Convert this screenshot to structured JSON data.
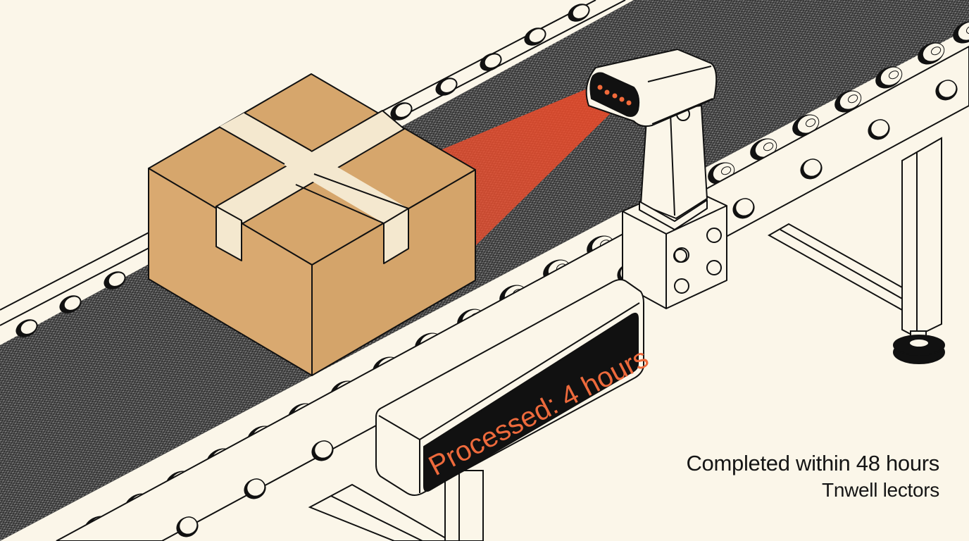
{
  "scene": {
    "description": "Isometric illustration of a cardboard box on a conveyor belt being scanned by a red-beam barcode scanner",
    "colors": {
      "background": "#fbf6e9",
      "frame": "#fbf6e9",
      "outline": "#111111",
      "belt": "#3f3f3f",
      "box_top": "#d8a86e",
      "box_side": "#d9a970",
      "tape": "#f4e8cf",
      "scan_beam": "#ef4a2a",
      "display_bg": "#111111",
      "display_text": "#ee6a3c"
    }
  },
  "scanner": {
    "icon": "barcode-scanner-icon",
    "led_count": 5
  },
  "display": {
    "text": "Processed: 4 hours"
  },
  "caption": {
    "line1": "Completed within 48 hours",
    "line2": "Tnwell lectors"
  }
}
